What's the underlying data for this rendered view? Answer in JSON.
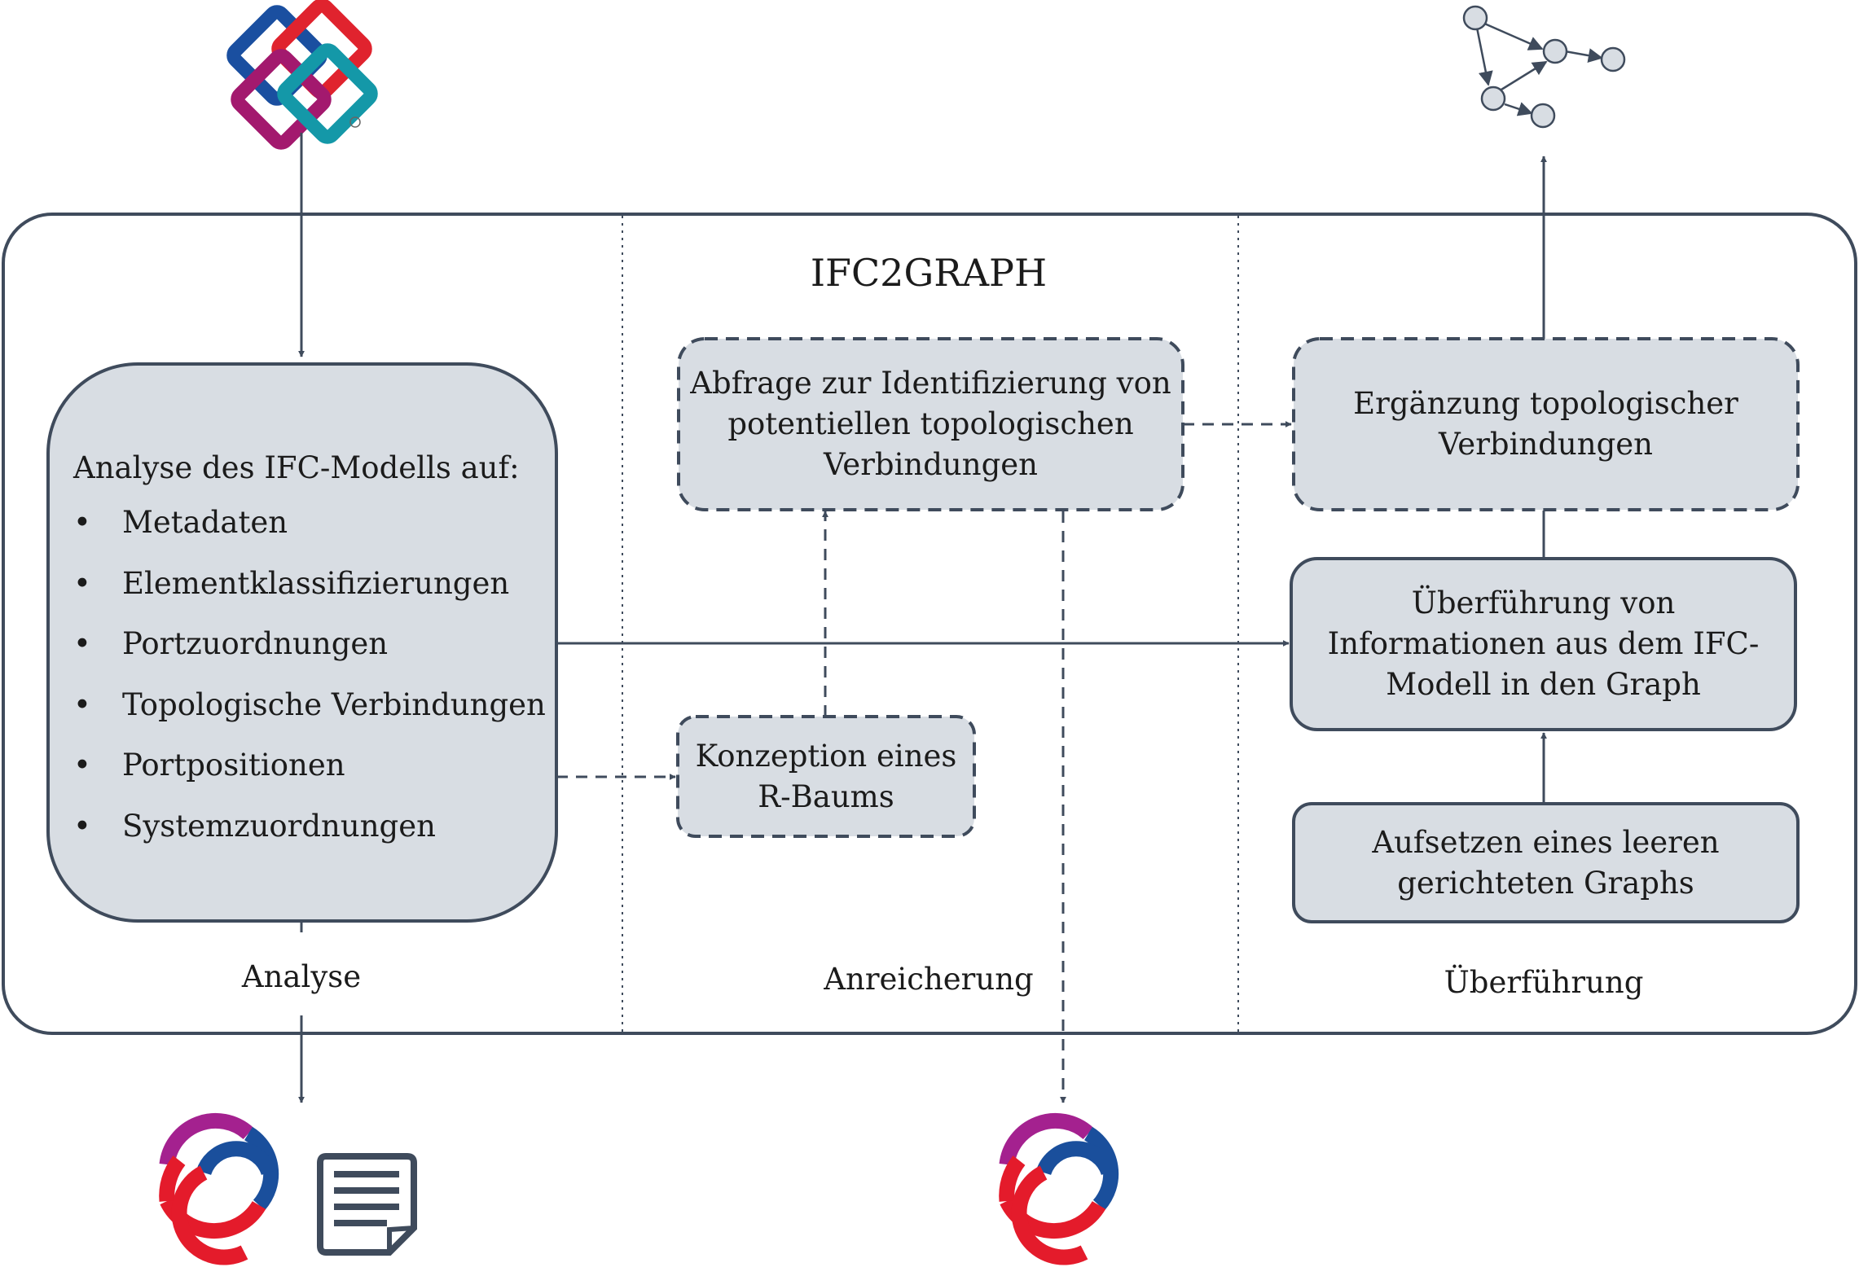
{
  "title": "IFC2GRAPH",
  "columns": {
    "analysis": "Analyse",
    "enrichment": "Anreicherung",
    "transfer": "Überführung"
  },
  "analysis_box": {
    "heading": "Analyse des IFC-Modells auf:",
    "items": [
      "Metadaten",
      "Elementklassifizierungen",
      "Portzuordnungen",
      "Topologische Verbindungen",
      "Portpositionen",
      "Systemzuordnungen"
    ]
  },
  "query_box": [
    "Abfrage zur Identifizierung von",
    "potentiellen topologischen",
    "Verbindungen"
  ],
  "rtree_box": [
    "Konzeption eines",
    "R-Baums"
  ],
  "topology_box": [
    "Ergänzung topologischer",
    "Verbindungen"
  ],
  "transfer_box": [
    "Überführung von",
    "Informationen aus dem IFC-",
    "Modell in den Graph"
  ],
  "empty_graph_box": [
    "Aufsetzen eines leeren",
    "gerichteten Graphs"
  ],
  "colors": {
    "stroke": "#3f4b5c",
    "box_fill": "#d8dde3",
    "ifc_blue": "#1a4fa0",
    "ifc_red": "#e0232e",
    "ifc_magenta": "#a3196e",
    "ifc_teal": "#1498a8",
    "ring_purple": "#a4218f",
    "ring_red": "#e41b2b",
    "ring_blue": "#1a4f9c"
  },
  "icons": {
    "input": "ifc-logo-icon",
    "output_graph": "directed-graph-icon",
    "outputs": [
      "triple-ring-logo-icon",
      "document-icon",
      "triple-ring-logo-icon"
    ]
  }
}
